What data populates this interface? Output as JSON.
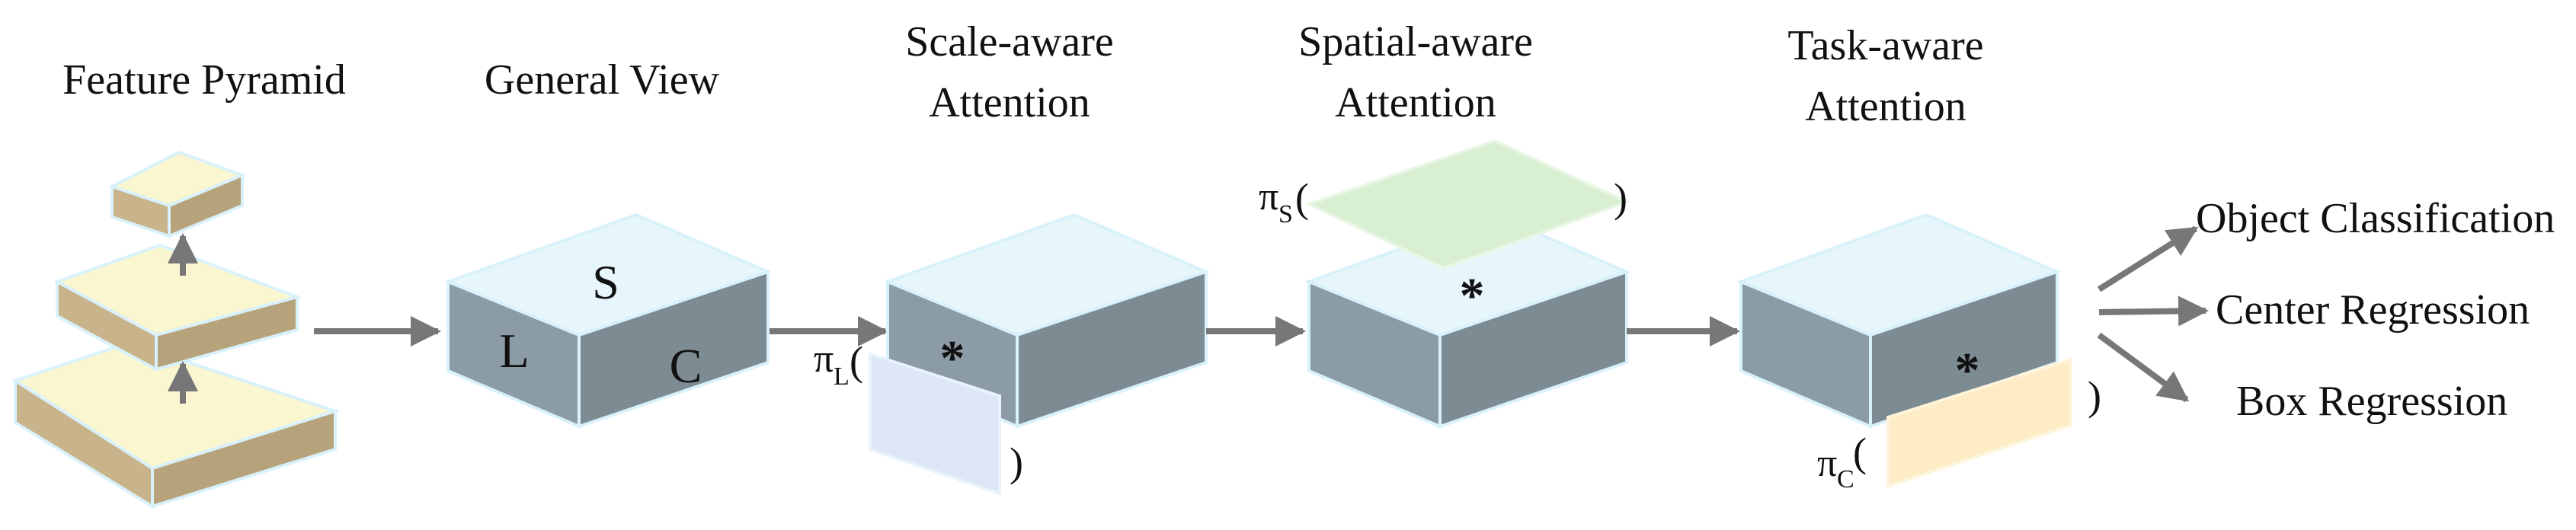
{
  "stage_titles": {
    "feature_pyramid": "Feature Pyramid",
    "general_view": "General View",
    "scale_aware_line1": "Scale-aware",
    "scale_aware_line2": "Attention",
    "spatial_aware_line1": "Spatial-aware",
    "spatial_aware_line2": "Attention",
    "task_aware_line1": "Task-aware",
    "task_aware_line2": "Attention"
  },
  "general_view_axes": {
    "s": "S",
    "l": "L",
    "c": "C"
  },
  "operator": "*",
  "scale_attention": {
    "pi": "π",
    "sub": "L",
    "open": "(",
    "close": ")"
  },
  "spatial_attention": {
    "pi": "π",
    "sub": "S",
    "open": "(",
    "close": ")"
  },
  "task_attention": {
    "pi": "π",
    "sub": "C",
    "open": "(",
    "close": ")"
  },
  "outputs": [
    "Object Classification",
    "Center Regression",
    "Box Regression"
  ],
  "colors": {
    "pyramid_top": "#faf6cf",
    "pyramid_side_left": "#c8b38a",
    "pyramid_side_front": "#b7a37b",
    "cube_top": "#e6f6fb",
    "cube_left": "#8c9ca6",
    "cube_front": "#7d8b93",
    "edge": "#d9f1fb",
    "arrow": "#777777",
    "scale_plane": "#dde6f7",
    "spatial_plane": "#d8efd2",
    "task_plane": "#fdecc6"
  }
}
